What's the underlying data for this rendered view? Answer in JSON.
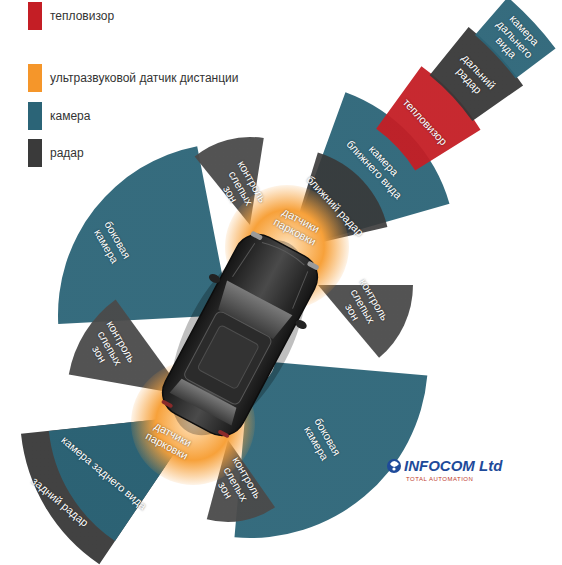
{
  "diagram": {
    "nodes": [
      {
        "text": [
          "камера дальнего вида"
        ]
      },
      {
        "text": [
          "дальний радар"
        ]
      },
      {
        "text": [
          "тепловизор"
        ]
      },
      {
        "text": [
          "камера ближнего вида"
        ]
      },
      {
        "text": [
          "боковая камера"
        ]
      },
      {
        "text": [
          "контроль слепых зон"
        ]
      },
      {
        "text": [
          "ближний радар"
        ]
      },
      {
        "text": [
          "датчики парковки"
        ]
      },
      {
        "text": [
          "контроль слепых зон"
        ]
      },
      {
        "text": [
          "контроль слепых зон"
        ]
      },
      {
        "text": [
          "датчики парковки"
        ]
      },
      {
        "text": [
          "камера заднего вида"
        ]
      },
      {
        "text": [
          "контроль слепых зон"
        ]
      },
      {
        "text": [
          "боковая камера"
        ]
      },
      {
        "text": [
          "задний радар"
        ]
      }
    ],
    "labels": [
      "INFOCOM Ltd",
      "TOTAL AUTOMATION"
    ],
    "legend": [
      {
        "text": "тепловизор",
        "color": "#c41e25"
      },
      {
        "text": "ультразвуковой датчик дистанции",
        "color": "#f5962a"
      },
      {
        "text": "камера",
        "color": "#2b6477"
      },
      {
        "text": "радар",
        "color": "#3a3a3a"
      }
    ]
  }
}
